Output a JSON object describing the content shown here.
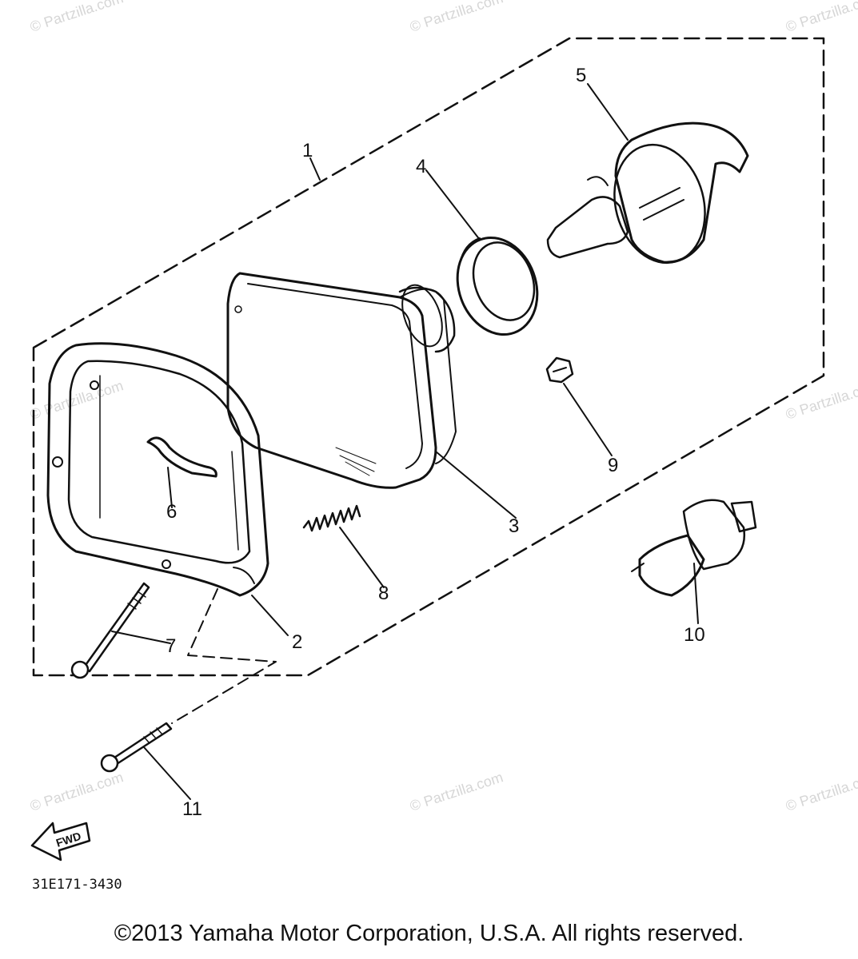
{
  "callouts": {
    "c1": "1",
    "c2": "2",
    "c3": "3",
    "c4": "4",
    "c5": "5",
    "c6": "6",
    "c7": "7",
    "c8": "8",
    "c9": "9",
    "c10": "10",
    "c11": "11"
  },
  "fwd_label": "FWD",
  "diagram_code": "31E171-3430",
  "watermark": "© Partzilla.com",
  "copyright": "©2013 Yamaha Motor Corporation, U.S.A. All rights reserved.",
  "colors": {
    "ink": "#111111",
    "watermark": "#d6d6d6",
    "background": "#ffffff"
  }
}
